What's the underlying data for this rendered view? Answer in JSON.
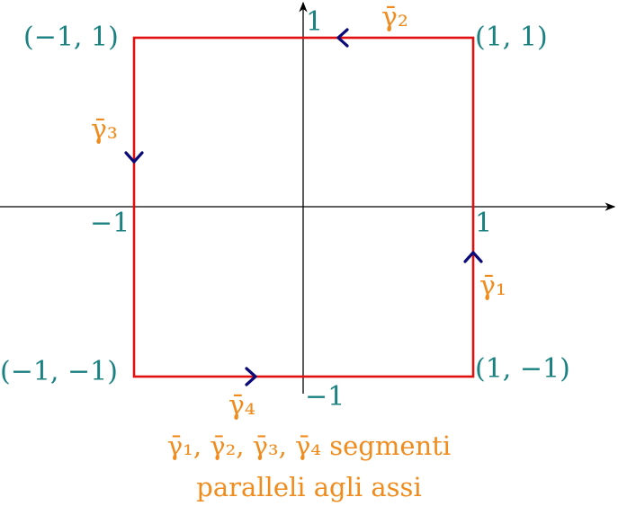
{
  "colors": {
    "path": "#e01010",
    "axis": "#000000",
    "arrow": "#0a0a78",
    "coord_label": "#1a8080",
    "gamma_label": "#f08c1e"
  },
  "axes": {
    "x_tick_neg": "−1",
    "x_tick_pos": "1",
    "y_tick_pos": "1",
    "y_tick_neg": "−1"
  },
  "corners": {
    "top_left": "(−1, 1)",
    "top_right": "(1, 1)",
    "bottom_left": "(−1, −1)",
    "bottom_right": "(1, −1)"
  },
  "segments": {
    "g1": "γ̄₁",
    "g2": "γ̄₂",
    "g3": "γ̄₃",
    "g4": "γ̄₄"
  },
  "caption": {
    "line1": "γ̄₁, γ̄₂, γ̄₃, γ̄₄ segmenti",
    "line2": "paralleli agli assi"
  }
}
